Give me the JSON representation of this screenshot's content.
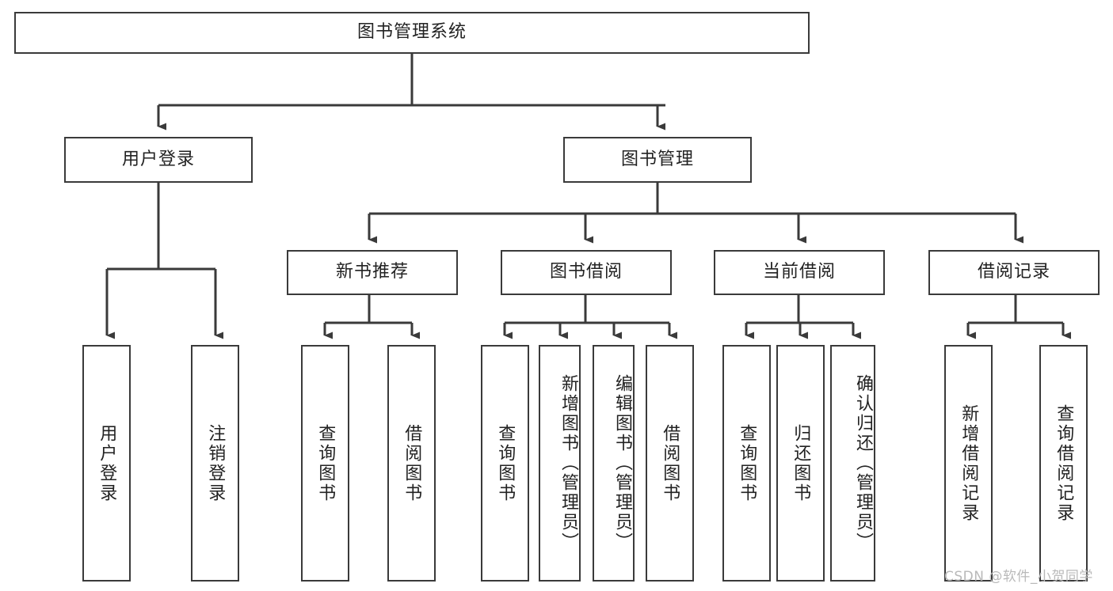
{
  "diagram": {
    "title": "图书管理系统",
    "watermark": "CSDN @软件_小贺同学",
    "line_color": "#3a3a3a",
    "background_color": "#ffffff",
    "text_color": "#222222",
    "nodes": {
      "root": {
        "label": "图书管理系统"
      },
      "level2": [
        {
          "label": "用户登录"
        },
        {
          "label": "图书管理"
        }
      ],
      "level3": [
        {
          "label": "新书推荐"
        },
        {
          "label": "图书借阅"
        },
        {
          "label": "当前借阅"
        },
        {
          "label": "借阅记录"
        }
      ],
      "leaves": {
        "user_login": [
          {
            "label": "用户登录"
          },
          {
            "label": "注销登录"
          }
        ],
        "new_book": [
          {
            "label": "查询图书"
          },
          {
            "label": "借阅图书"
          }
        ],
        "book_borrow": [
          {
            "label": "查询图书"
          },
          {
            "label": "新增图书（管理员）"
          },
          {
            "label": "编辑图书（管理员）"
          },
          {
            "label": "借阅图书"
          }
        ],
        "current_borrow": [
          {
            "label": "查询图书"
          },
          {
            "label": "归还图书"
          },
          {
            "label": "确认归还（管理员）"
          }
        ],
        "borrow_record": [
          {
            "label": "新增借阅记录"
          },
          {
            "label": "查询借阅记录"
          }
        ]
      }
    }
  }
}
